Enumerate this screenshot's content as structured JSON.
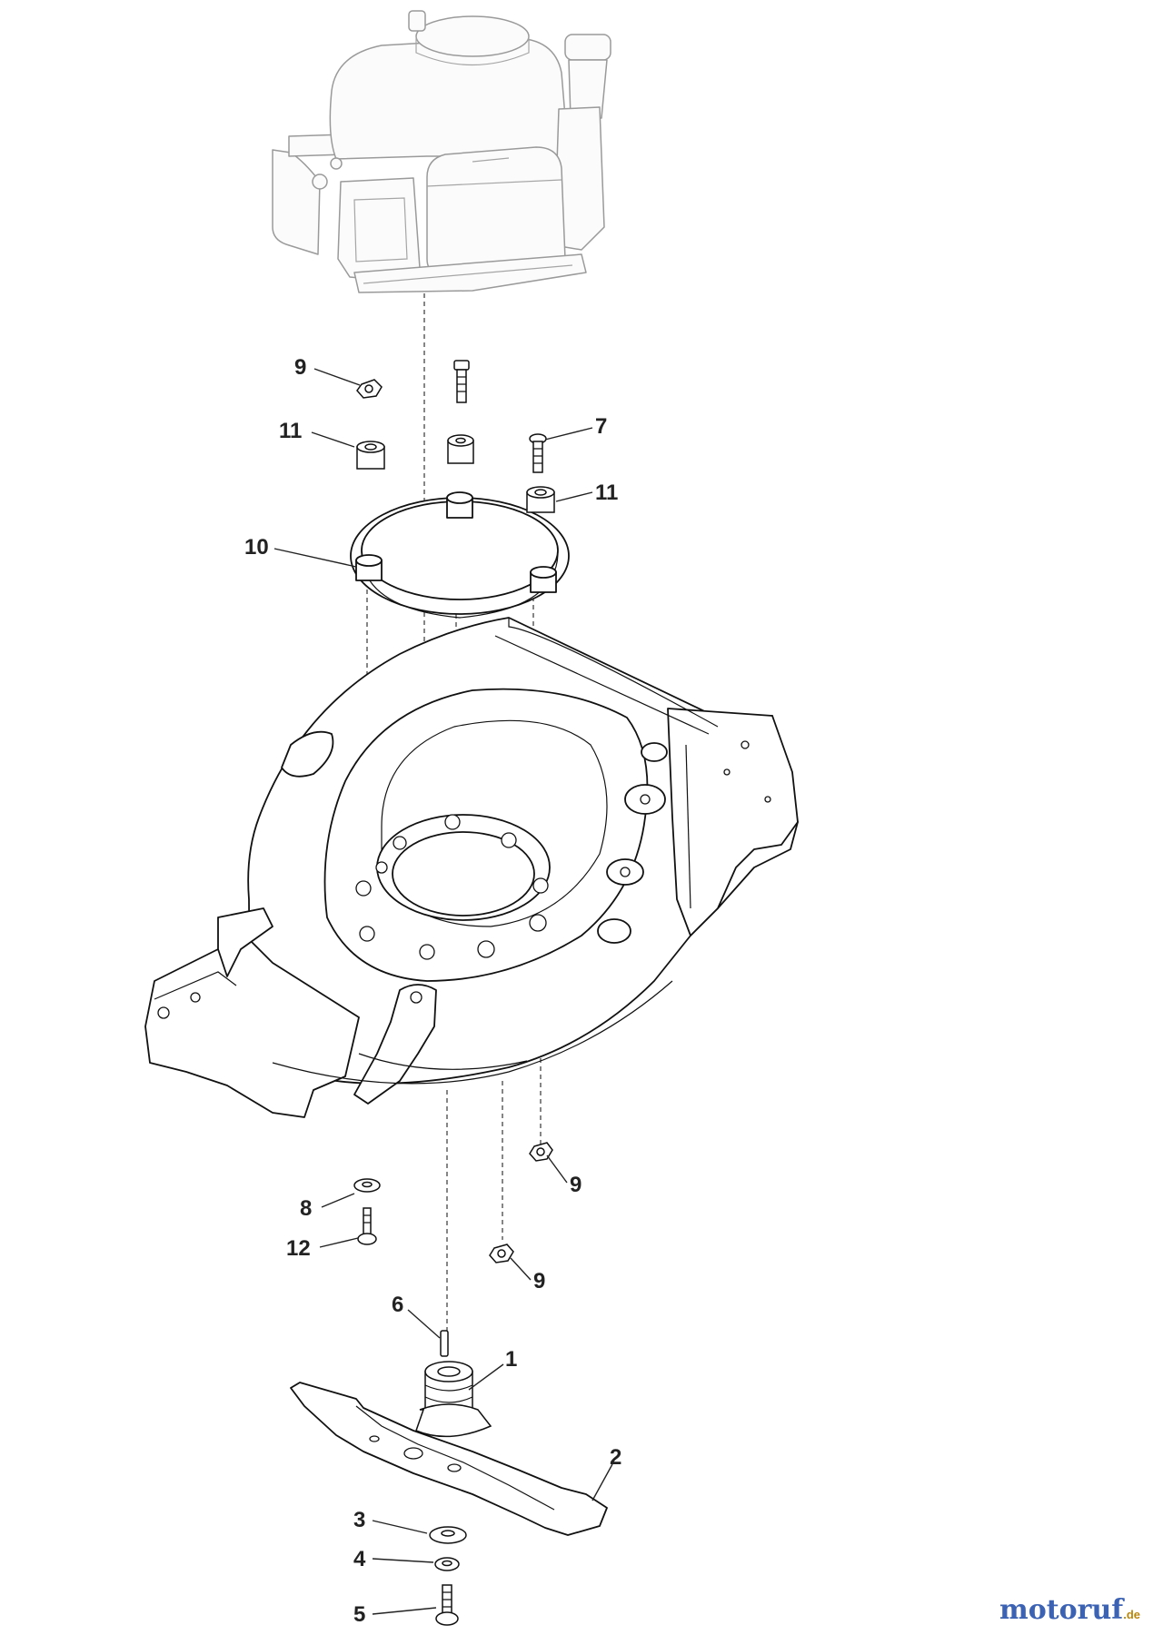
{
  "callouts": [
    {
      "id": "c9a",
      "label": "9"
    },
    {
      "id": "c11a",
      "label": "11"
    },
    {
      "id": "c7",
      "label": "7"
    },
    {
      "id": "c11b",
      "label": "11"
    },
    {
      "id": "c10",
      "label": "10"
    },
    {
      "id": "c9b",
      "label": "9"
    },
    {
      "id": "c8",
      "label": "8"
    },
    {
      "id": "c12",
      "label": "12"
    },
    {
      "id": "c9c",
      "label": "9"
    },
    {
      "id": "c6",
      "label": "6"
    },
    {
      "id": "c1",
      "label": "1"
    },
    {
      "id": "c2",
      "label": "2"
    },
    {
      "id": "c3",
      "label": "3"
    },
    {
      "id": "c4",
      "label": "4"
    },
    {
      "id": "c5",
      "label": "5"
    }
  ],
  "logo": {
    "text": "motoruf",
    "tld": ".de"
  }
}
